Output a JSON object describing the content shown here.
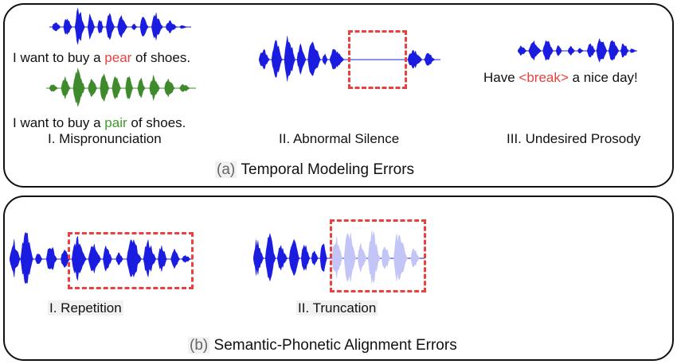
{
  "colors": {
    "blue": "#1a1de0",
    "green": "#3e8a2c",
    "light_blue": "#c4c5f7",
    "red": "#e8413f"
  },
  "panel_a": {
    "tag": "(a)",
    "title": "Temporal Modeling Errors",
    "mispronunciation": {
      "sentence1": {
        "pre": "I want to buy a ",
        "word": "pear",
        "post": " of shoes."
      },
      "sentence2": {
        "pre": "I want to buy a ",
        "word": "pair",
        "post": " of shoes."
      },
      "caption": "I. Mispronunciation"
    },
    "silence": {
      "caption": "II. Abnormal Silence"
    },
    "prosody": {
      "pre": "Have ",
      "tag": "<break>",
      "post": " a nice day!",
      "caption": "III. Undesired Prosody"
    }
  },
  "panel_b": {
    "tag": "(b)",
    "title": "Semantic-Phonetic Alignment Errors",
    "repetition": {
      "caption": "I. Repetition"
    },
    "truncation": {
      "caption": "II. Truncation"
    }
  }
}
